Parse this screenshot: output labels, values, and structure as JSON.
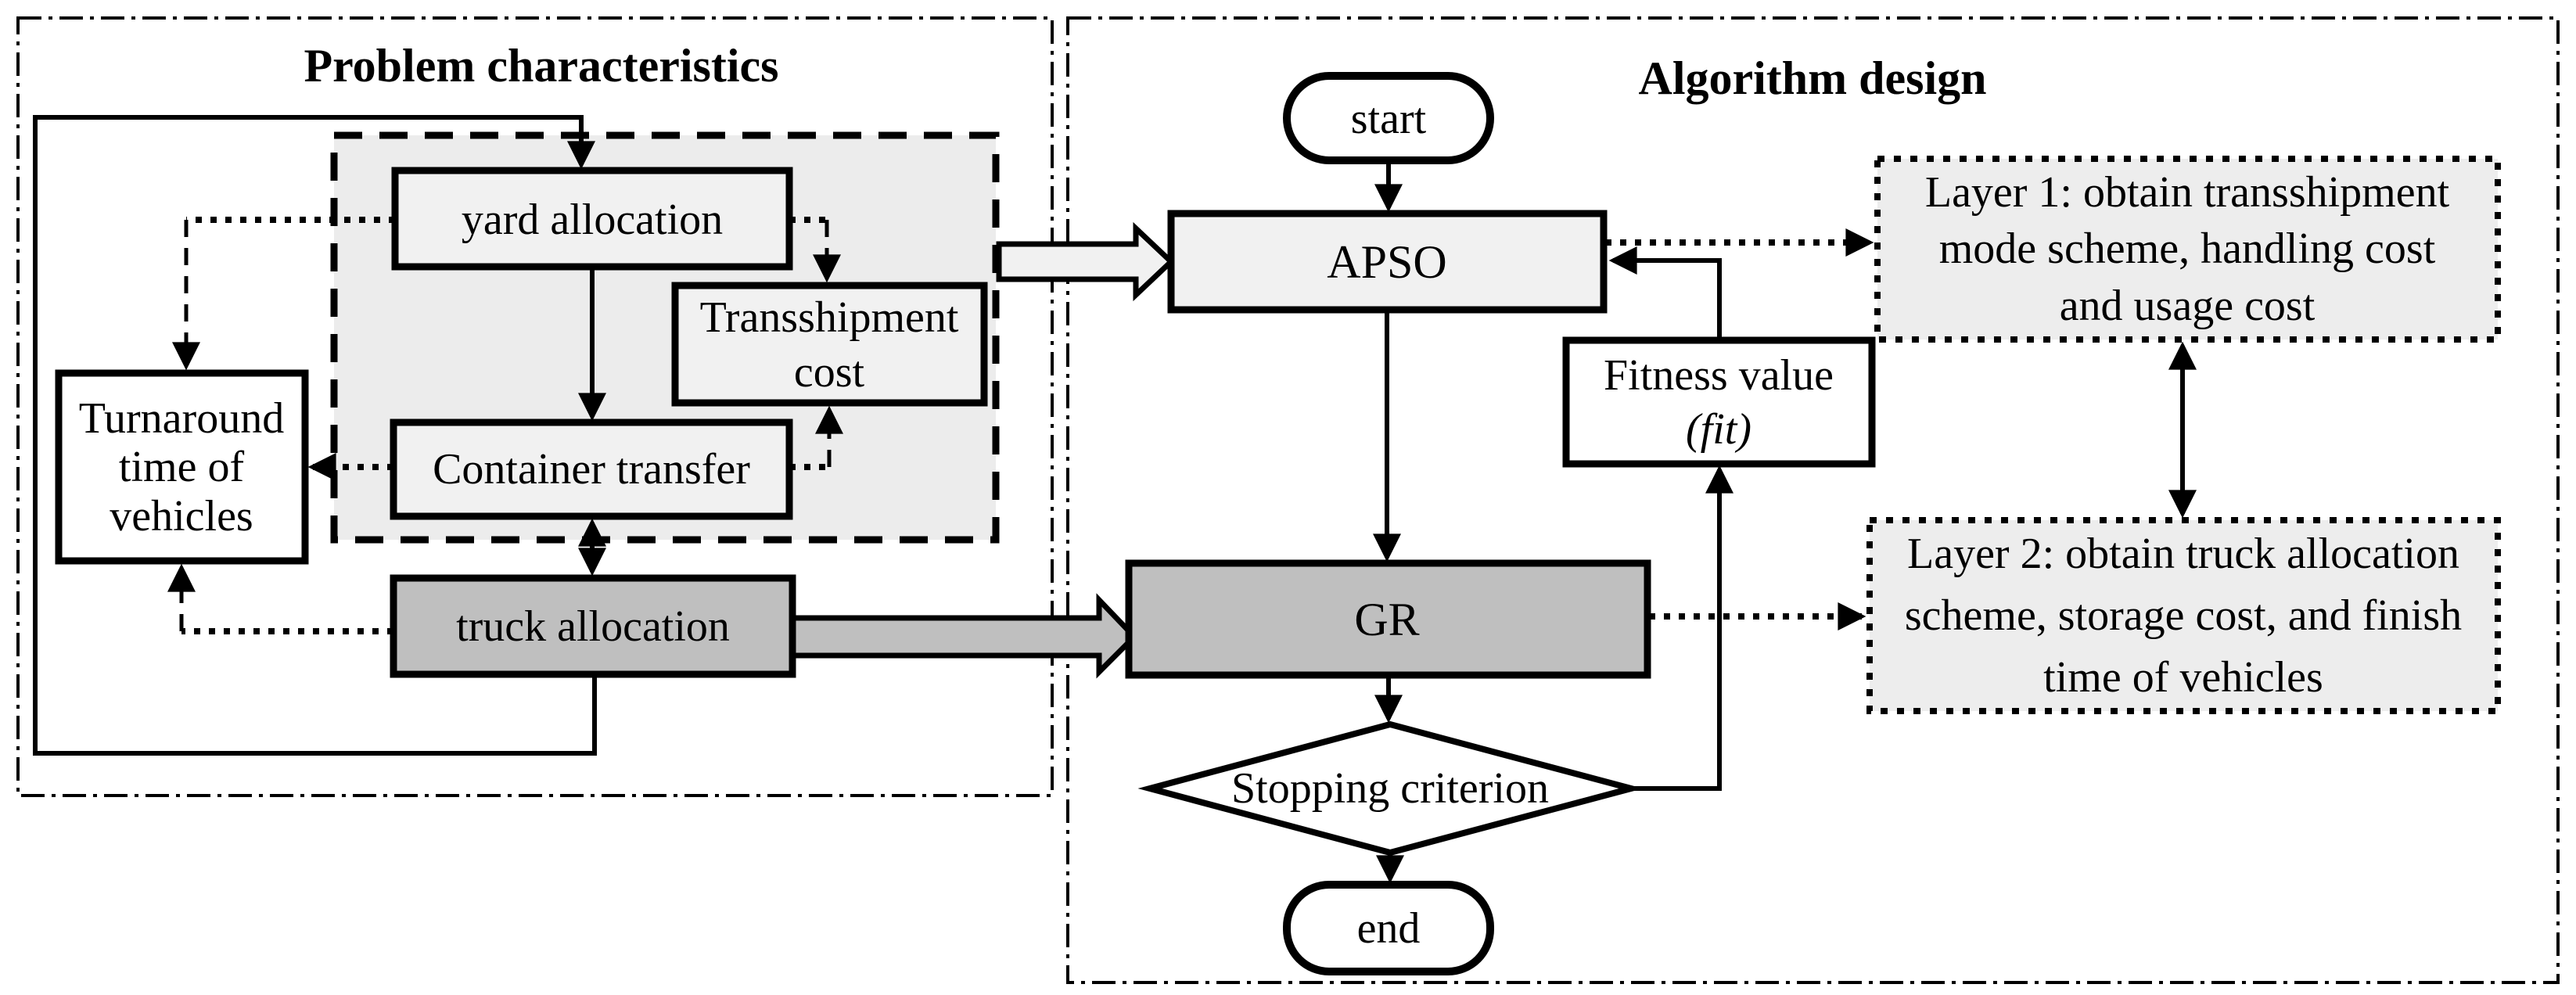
{
  "figure": {
    "left_panel_title": "Problem characteristics",
    "right_panel_title": "Algorithm design"
  },
  "nodes": {
    "yard_allocation": {
      "label": "yard allocation"
    },
    "transshipment_cost": {
      "lines": [
        "Transshipment",
        "cost"
      ]
    },
    "turnaround": {
      "lines": [
        "Turnaround",
        "time of",
        "vehicles"
      ]
    },
    "container_transfer": {
      "label": "Container transfer"
    },
    "truck_allocation": {
      "label": "truck allocation"
    },
    "start": {
      "label": "start"
    },
    "apso": {
      "label": "APSO"
    },
    "gr": {
      "label": "GR"
    },
    "fitness": {
      "lines": [
        "Fitness value",
        "(fit)"
      ]
    },
    "stopping_criterion": {
      "label": "Stopping criterion"
    },
    "end": {
      "label": "end"
    },
    "layer1": {
      "lines": [
        "Layer 1: obtain transshipment",
        "mode scheme, handling cost",
        "and usage cost"
      ]
    },
    "layer2": {
      "lines": [
        "Layer 2: obtain truck allocation",
        "scheme, storage cost, and finish",
        "time of vehicles"
      ]
    }
  },
  "colors": {
    "dark_gray_fill": "#bfbfbf",
    "light_gray_fill": "#f1f1f1",
    "container_fill": "#ececec",
    "layer_fill": "#ededed",
    "white_fill": "#ffffff",
    "line_color": "#000000"
  }
}
